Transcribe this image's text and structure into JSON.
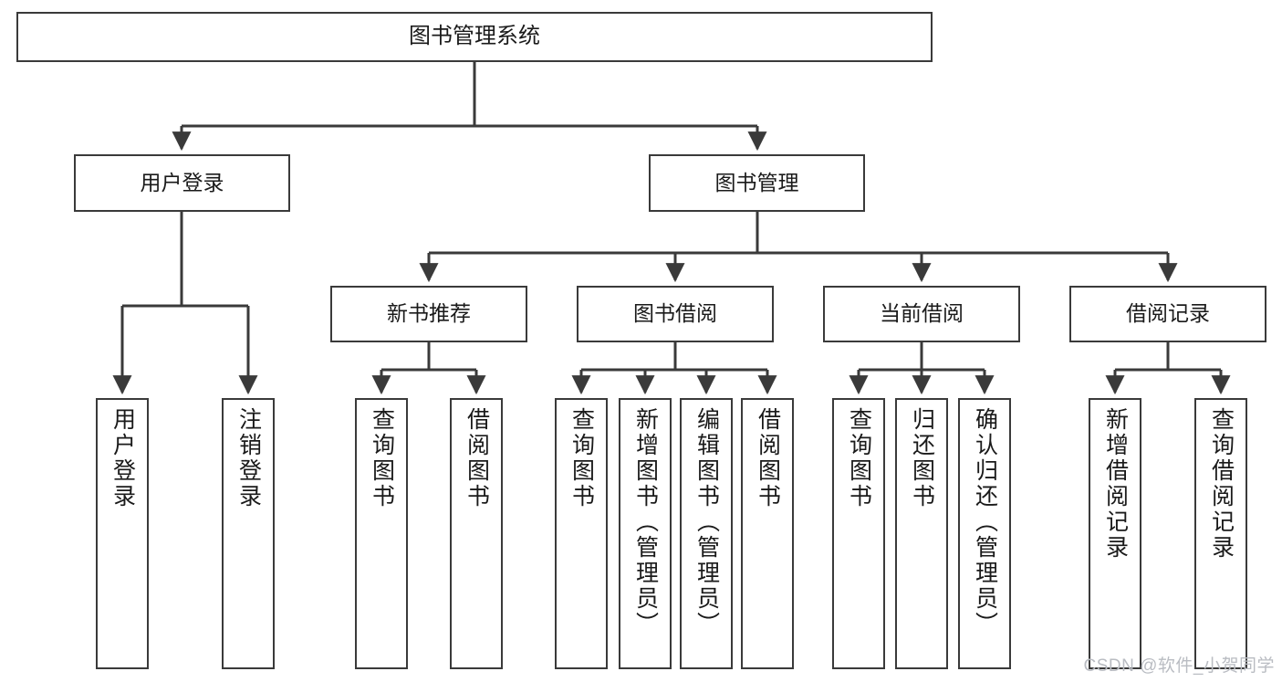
{
  "diagram": {
    "title": "图书管理系统",
    "type": "tree-hierarchy-diagram",
    "colors": {
      "box_border": "#3a3a3a",
      "box_fill": "#ffffff",
      "connector": "#3a3a3a",
      "text": "#1a1a1a",
      "watermark": "#b9bcc2"
    },
    "nodes": {
      "root": {
        "label": "图书管理系统"
      },
      "level2": [
        {
          "label": "用户登录"
        },
        {
          "label": "图书管理"
        }
      ],
      "level3": [
        {
          "label": "新书推荐"
        },
        {
          "label": "图书借阅"
        },
        {
          "label": "当前借阅"
        },
        {
          "label": "借阅记录"
        }
      ],
      "leaves": {
        "user_login": [
          {
            "label": "用户登录"
          },
          {
            "label": "注销登录"
          }
        ],
        "new_book_recommend": [
          {
            "label": "查询图书"
          },
          {
            "label": "借阅图书"
          }
        ],
        "book_borrow": [
          {
            "label": "查询图书"
          },
          {
            "label": "新增图书（管理员）"
          },
          {
            "label": "编辑图书（管理员）"
          },
          {
            "label": "借阅图书"
          }
        ],
        "current_borrow": [
          {
            "label": "查询图书"
          },
          {
            "label": "归还图书"
          },
          {
            "label": "确认归还（管理员）"
          }
        ],
        "borrow_record": [
          {
            "label": "新增借阅记录"
          },
          {
            "label": "查询借阅记录"
          }
        ]
      }
    },
    "watermark": "CSDN @软件_小贺同学"
  }
}
